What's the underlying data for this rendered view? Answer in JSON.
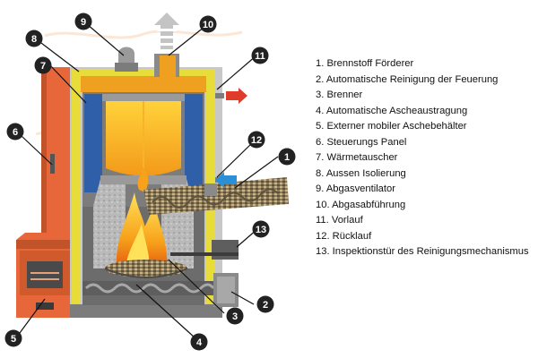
{
  "diagram": {
    "legend": [
      {
        "number": "1.",
        "label": "Brennstoff Förderer"
      },
      {
        "number": "2.",
        "label": "Automatische Reinigung der Feuerung"
      },
      {
        "number": "3.",
        "label": "Brenner"
      },
      {
        "number": "4.",
        "label": "Automatische Ascheaustragung"
      },
      {
        "number": "5.",
        "label": "Externer mobiler Aschebehälter"
      },
      {
        "number": "6.",
        "label": "Steuerungs Panel"
      },
      {
        "number": "7.",
        "label": "Wärmetauscher"
      },
      {
        "number": "8.",
        "label": "Aussen Isolierung"
      },
      {
        "number": "9.",
        "label": "Abgasventilator"
      },
      {
        "number": "10.",
        "label": "Abgasabführung"
      },
      {
        "number": "11.",
        "label": "Vorlauf"
      },
      {
        "number": "12.",
        "label": "Rücklauf"
      },
      {
        "number": "13.",
        "label": "Inspektionstür des Reinigungsmechanismus"
      }
    ],
    "callouts": [
      "1",
      "2",
      "3",
      "4",
      "5",
      "6",
      "7",
      "8",
      "9",
      "10",
      "11",
      "12",
      "13"
    ],
    "colors": {
      "casing_orange": "#e8673a",
      "casing_dark": "#c0532a",
      "insulation_yellow": "#e8dc3a",
      "heat_exchanger_blue": "#2e5fa8",
      "steel_grey": "#8a8a8a",
      "flame_orange": "#f7a21a",
      "flame_yellow": "#ffd84a",
      "supply_arrow_red": "#e03a2a",
      "return_arrow_blue": "#2a8fd6",
      "exhaust_arrow_grey": "#bbbbbb",
      "callout_fill": "#222222"
    }
  }
}
